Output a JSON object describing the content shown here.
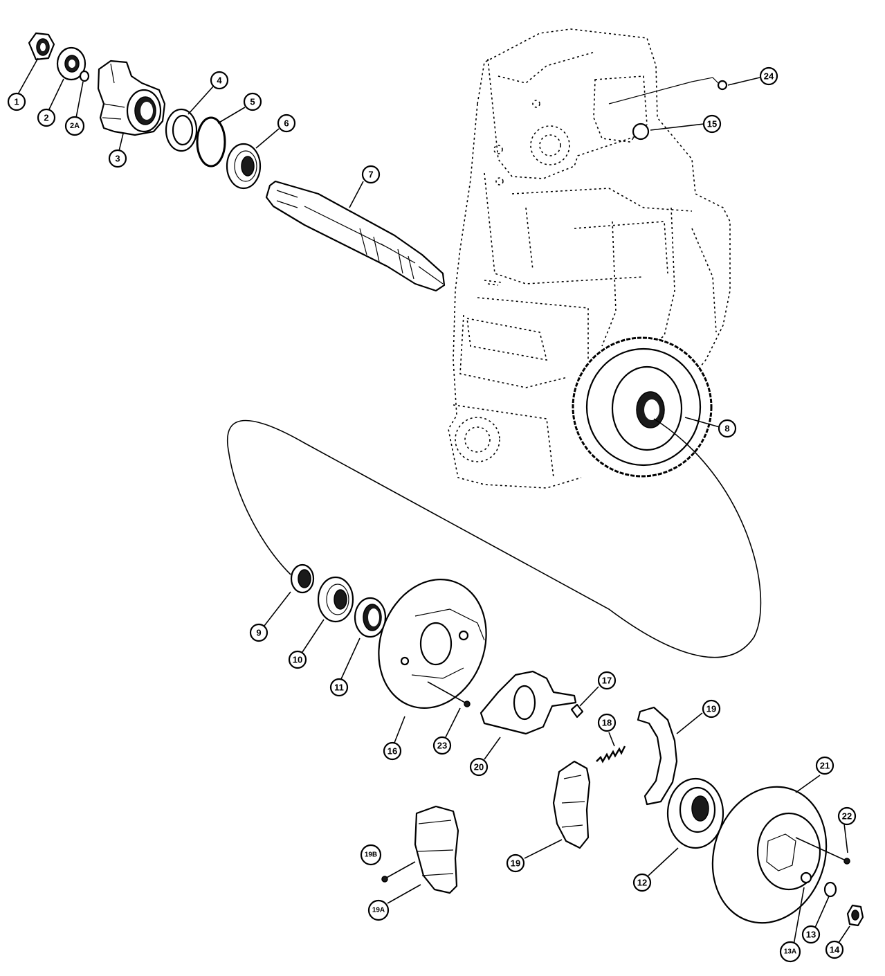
{
  "callouts": [
    {
      "id": "1",
      "label": "1"
    },
    {
      "id": "2",
      "label": "2"
    },
    {
      "id": "2A",
      "label": "2A"
    },
    {
      "id": "3",
      "label": "3"
    },
    {
      "id": "4",
      "label": "4"
    },
    {
      "id": "5",
      "label": "5"
    },
    {
      "id": "6",
      "label": "6"
    },
    {
      "id": "7",
      "label": "7"
    },
    {
      "id": "8",
      "label": "8"
    },
    {
      "id": "9",
      "label": "9"
    },
    {
      "id": "10",
      "label": "10"
    },
    {
      "id": "11",
      "label": "11"
    },
    {
      "id": "12",
      "label": "12"
    },
    {
      "id": "13",
      "label": "13"
    },
    {
      "id": "13A",
      "label": "13A"
    },
    {
      "id": "14",
      "label": "14"
    },
    {
      "id": "15",
      "label": "15"
    },
    {
      "id": "16",
      "label": "16"
    },
    {
      "id": "17",
      "label": "17"
    },
    {
      "id": "18",
      "label": "18"
    },
    {
      "id": "19a",
      "label": "19"
    },
    {
      "id": "19b",
      "label": "19"
    },
    {
      "id": "19A",
      "label": "19A"
    },
    {
      "id": "19B",
      "label": "19B"
    },
    {
      "id": "20",
      "label": "20"
    },
    {
      "id": "21",
      "label": "21"
    },
    {
      "id": "22",
      "label": "22"
    },
    {
      "id": "23",
      "label": "23"
    },
    {
      "id": "24",
      "label": "24"
    }
  ]
}
